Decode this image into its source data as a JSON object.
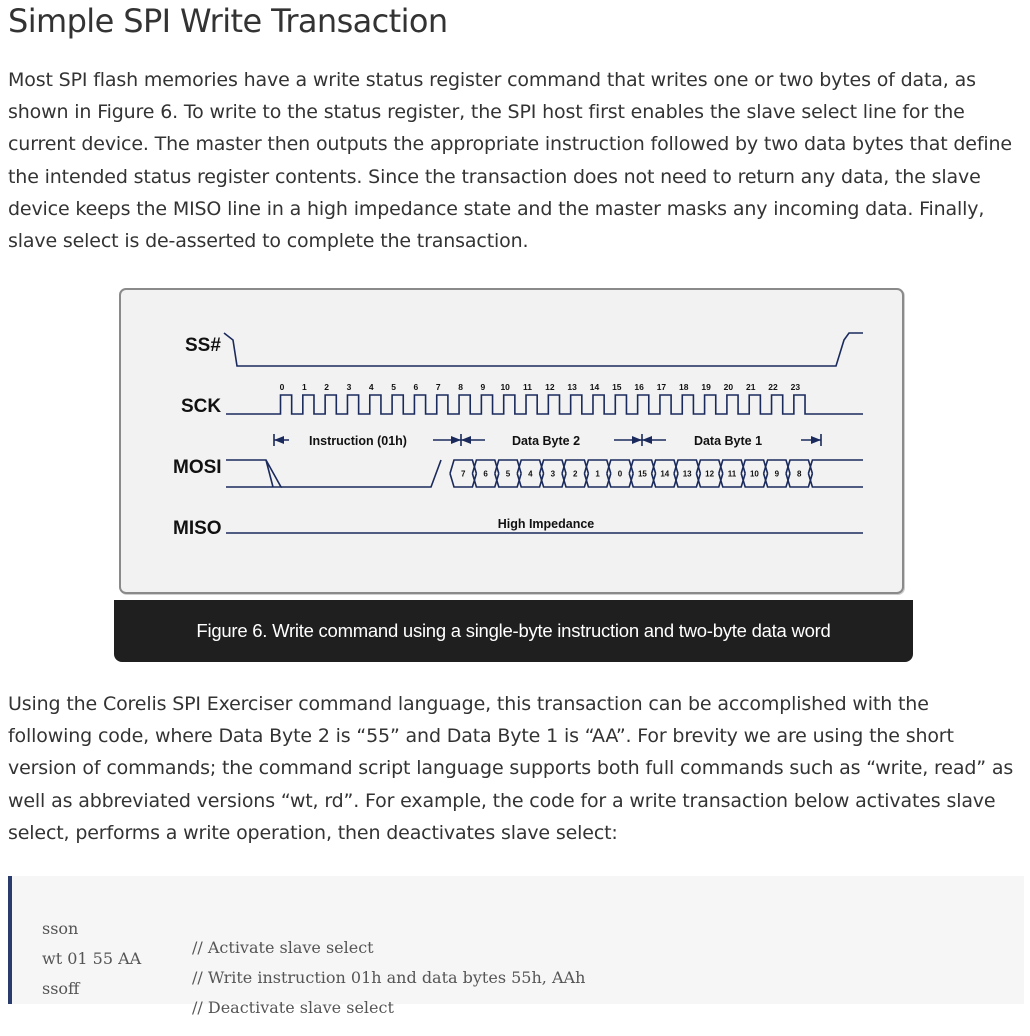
{
  "heading": "Simple SPI Write Transaction",
  "paragraph1": "Most SPI flash memories have a write status register command that writes one or two bytes of data, as shown in Figure 6. To write to the status register, the SPI host first enables the slave select line for the current device. The master then outputs the appropriate instruction followed by two data bytes that define the intended status register contents. Since the transaction does not need to return any data, the slave device keeps the MISO line in a high impedance state and the master masks any incoming data. Finally, slave select is de-asserted to complete the transaction.",
  "figure": {
    "signals": [
      "SS#",
      "SCK",
      "MOSI",
      "MISO"
    ],
    "clock_ticks": [
      "0",
      "1",
      "2",
      "3",
      "4",
      "5",
      "6",
      "7",
      "8",
      "9",
      "10",
      "11",
      "12",
      "13",
      "14",
      "15",
      "16",
      "17",
      "18",
      "19",
      "20",
      "21",
      "22",
      "23"
    ],
    "segments": [
      "Instruction (01h)",
      "Data Byte 2",
      "Data Byte 1"
    ],
    "mosi_bits": [
      "7",
      "6",
      "5",
      "4",
      "3",
      "2",
      "1",
      "0",
      "15",
      "14",
      "13",
      "12",
      "11",
      "10",
      "9",
      "8"
    ],
    "miso_label": "High Impedance",
    "line_color": "#1a2a5c",
    "caption": "Figure 6. Write command using a single-byte instruction and two-byte data word"
  },
  "paragraph2": "Using the Corelis SPI Exerciser command language, this transaction can be accomplished with the following code, where Data Byte 2 is “55” and Data Byte 1 is “AA”. For brevity we are using the short version of commands; the command script language supports both full commands such as “write, read” as well as abbreviated versions “wt, rd”. For example, the code for a write transaction below activates slave select, performs a write operation, then deactivates slave select:",
  "code": [
    {
      "cmd": "sson",
      "comment": "// Activate slave select"
    },
    {
      "cmd": "wt 01 55 AA",
      "comment": "// Write instruction 01h and data bytes 55h, AAh"
    },
    {
      "cmd": "ssoff",
      "comment": "// Deactivate slave select"
    }
  ]
}
